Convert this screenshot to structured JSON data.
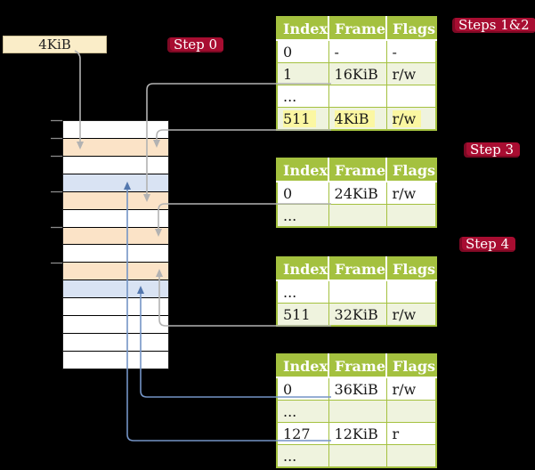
{
  "frame_size_box": {
    "label": "4KiB"
  },
  "step_labels": {
    "step0": "Step 0",
    "steps12": "Steps 1&2",
    "step3": "Step 3",
    "step4": "Step 4"
  },
  "memory_column": {
    "rows": [
      {
        "fill": "white"
      },
      {
        "fill": "orange"
      },
      {
        "fill": "white"
      },
      {
        "fill": "blue"
      },
      {
        "fill": "orange"
      },
      {
        "fill": "white"
      },
      {
        "fill": "orange"
      },
      {
        "fill": "white"
      },
      {
        "fill": "orange"
      },
      {
        "fill": "blue"
      },
      {
        "fill": "white"
      },
      {
        "fill": "white"
      },
      {
        "fill": "white"
      },
      {
        "fill": "white"
      }
    ]
  },
  "tables": [
    {
      "id": "steps12",
      "headers": [
        "Index",
        "Frame",
        "Flags"
      ],
      "rows": [
        {
          "index": "0",
          "frame": "-",
          "flags": "-"
        },
        {
          "index": "1",
          "frame": "16KiB",
          "flags": "r/w"
        },
        {
          "index": "...",
          "frame": "",
          "flags": ""
        },
        {
          "index": "511",
          "frame": "4KiB",
          "flags": "r/w",
          "highlighted": true
        }
      ]
    },
    {
      "id": "step3",
      "headers": [
        "Index",
        "Frame",
        "Flags"
      ],
      "rows": [
        {
          "index": "0",
          "frame": "24KiB",
          "flags": "r/w"
        },
        {
          "index": "...",
          "frame": "",
          "flags": ""
        }
      ]
    },
    {
      "id": "step4",
      "headers": [
        "Index",
        "Frame",
        "Flags"
      ],
      "rows": [
        {
          "index": "...",
          "frame": "",
          "flags": ""
        },
        {
          "index": "511",
          "frame": "32KiB",
          "flags": "r/w"
        }
      ]
    },
    {
      "id": "final",
      "headers": [
        "Index",
        "Frame",
        "Flags"
      ],
      "rows": [
        {
          "index": "0",
          "frame": "36KiB",
          "flags": "r/w"
        },
        {
          "index": "...",
          "frame": "",
          "flags": ""
        },
        {
          "index": "127",
          "frame": "12KiB",
          "flags": "r"
        },
        {
          "index": "...",
          "frame": "",
          "flags": ""
        }
      ]
    }
  ],
  "colors": {
    "background": "#000000",
    "table_green": "#A4C13F",
    "light_green_row": "#EFF3DE",
    "highlight_yellow": "#FBF7A2",
    "crimson_label": "#A80D31",
    "orange_frame": "#FBE3C7",
    "blue_frame": "#D9E3F3",
    "cream_box": "#FAEDC8",
    "gray_arrow": "#B2B2B2",
    "blue_arrow": "#7494C6"
  }
}
